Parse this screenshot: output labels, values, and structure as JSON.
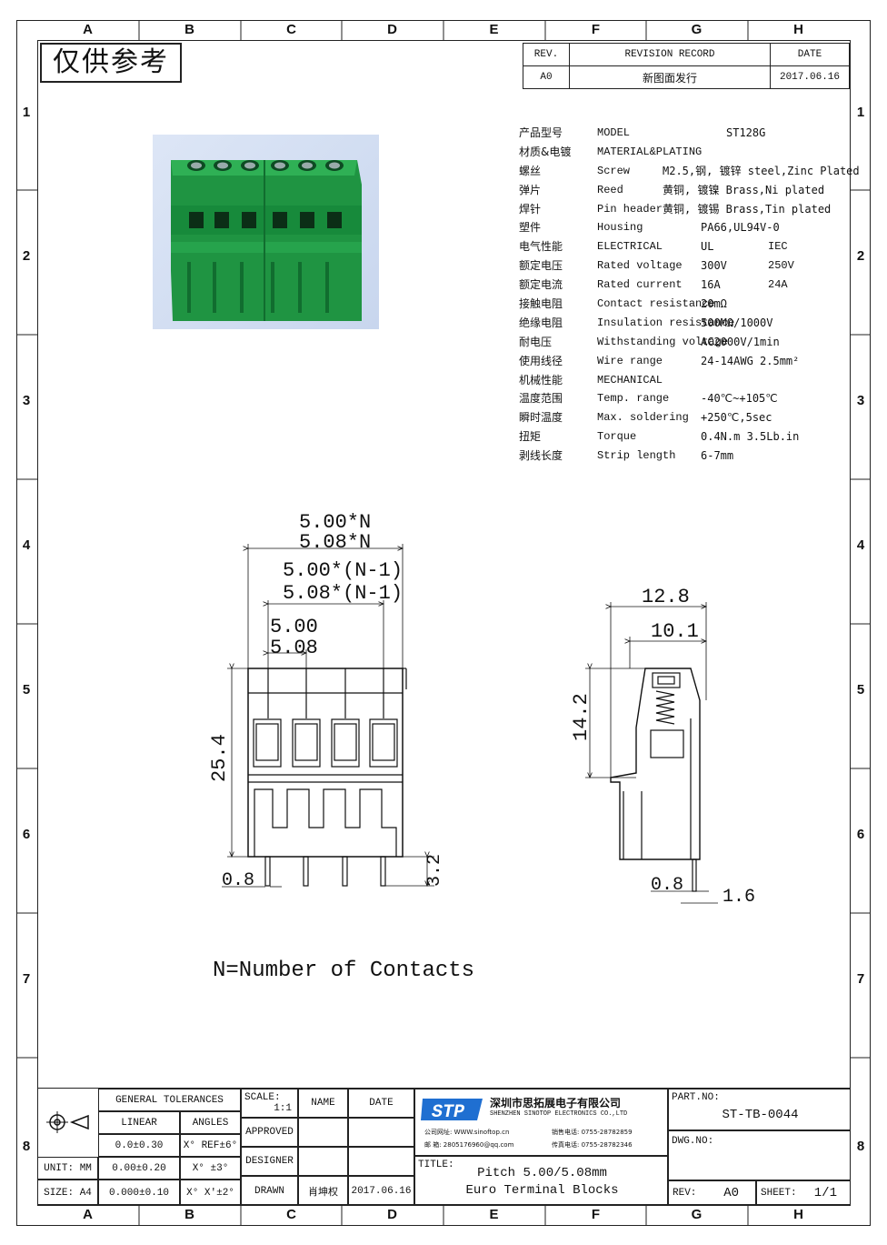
{
  "zones": {
    "columns": [
      "A",
      "B",
      "C",
      "D",
      "E",
      "F",
      "G",
      "H"
    ],
    "rows": [
      "1",
      "2",
      "3",
      "4",
      "5",
      "6",
      "7",
      "8"
    ]
  },
  "stamp": "仅供参考",
  "revision_table": {
    "headers": [
      "REV.",
      "REVISION RECORD",
      "DATE"
    ],
    "rows": [
      [
        "A0",
        "新图面发行",
        "2017.06.16"
      ]
    ]
  },
  "specs": [
    {
      "cn": "产品型号",
      "en": "MODEL",
      "v1": "ST128G",
      "v2": ""
    },
    {
      "cn": "材质&电镀",
      "en": "MATERIAL&PLATING",
      "v1": "",
      "v2": ""
    },
    {
      "cn": "螺丝",
      "en": "Screw",
      "v1": "M2.5,钢, 镀锌 steel,Zinc Plated",
      "v2": ""
    },
    {
      "cn": "弹片",
      "en": "Reed",
      "v1": "黄铜, 镀镍 Brass,Ni plated",
      "v2": ""
    },
    {
      "cn": "焊针",
      "en": "Pin header",
      "v1": "黄铜, 镀锡 Brass,Tin plated",
      "v2": ""
    },
    {
      "cn": "塑件",
      "en": "Housing",
      "v1": "PA66,UL94V-0",
      "v2": ""
    },
    {
      "cn": "电气性能",
      "en": "ELECTRICAL",
      "v1": "UL",
      "v2": "IEC"
    },
    {
      "cn": "额定电压",
      "en": "Rated voltage",
      "v1": "300V",
      "v2": "250V"
    },
    {
      "cn": "额定电流",
      "en": "Rated current",
      "v1": "16A",
      "v2": "24A"
    },
    {
      "cn": "接触电阻",
      "en": "Contact resistance",
      "v1": "20mΩ",
      "v2": ""
    },
    {
      "cn": "绝缘电阻",
      "en": "Insulation resistance",
      "v1": "500MΩ/1000V",
      "v2": ""
    },
    {
      "cn": "耐电压",
      "en": "Withstanding voltage",
      "v1": "AC2000V/1min",
      "v2": ""
    },
    {
      "cn": "使用线径",
      "en": "Wire range",
      "v1": "24-14AWG 2.5mm²",
      "v2": ""
    },
    {
      "cn": "机械性能",
      "en": "MECHANICAL",
      "v1": "",
      "v2": ""
    },
    {
      "cn": "温度范围",
      "en": "Temp. range",
      "v1": "-40℃~+105℃",
      "v2": ""
    },
    {
      "cn": "瞬时温度",
      "en": "Max. soldering",
      "v1": "+250℃,5sec",
      "v2": ""
    },
    {
      "cn": "扭矩",
      "en": "Torque",
      "v1": "0.4N.m  3.5Lb.in",
      "v2": ""
    },
    {
      "cn": "剥线长度",
      "en": "Strip length",
      "v1": "6-7mm",
      "v2": ""
    }
  ],
  "drawing": {
    "dim_pitch_total_1": "5.00*N",
    "dim_pitch_total_2": "5.08*N",
    "dim_pitch_n1_1": "5.00*(N-1)",
    "dim_pitch_n1_2": "5.08*(N-1)",
    "dim_pitch_1": "5.00",
    "dim_pitch_2": "5.08",
    "dim_height": "25.4",
    "dim_pin_width": "0.8",
    "dim_pin_length": "3.2",
    "dim_side_width": "12.8",
    "dim_side_inner": "10.1",
    "dim_side_height": "14.2",
    "dim_side_pin": "0.8",
    "dim_side_offset": "1.6",
    "note": "N=Number of Contacts"
  },
  "title_block": {
    "general_tolerances": "GENERAL TOLERANCES",
    "linear": "LINEAR",
    "angles": "ANGLES",
    "tol_rows": [
      [
        "0.0±0.30",
        "X° REF±6°"
      ],
      [
        "0.00±0.20",
        "X° ±3°"
      ],
      [
        "0.000±0.10",
        "X° X'±2°"
      ]
    ],
    "unit": "UNIT: MM",
    "size": "SIZE: A4",
    "scale_label": "SCALE:",
    "scale_value": "1:1",
    "name": "NAME",
    "date": "DATE",
    "approved": "APPROVED",
    "designer": "DESIGNER",
    "drawn": "DRAWN",
    "drawn_name": "肖坤权",
    "drawn_date": "2017.06.16",
    "company_cn": "深圳市思拓展电子有限公司",
    "company_en": "SHENZHEN SINOTOP ELECTRONICS CO.,LTD",
    "contact_1a": "公司网址: WWW.sinoftop.cn",
    "contact_1b": "销售电话: 0755-28782859",
    "contact_2a": "邮    箱: 2805176960@qq.com",
    "contact_2b": "传真电话: 0755-28782346",
    "title_label": "TITLE:",
    "title_1": "Pitch 5.00/5.08mm",
    "title_2": "Euro Terminal Blocks",
    "part_no_label": "PART.NO:",
    "part_no": "ST-TB-0044",
    "dwg_no_label": "DWG.NO:",
    "rev_label": "REV:",
    "rev": "A0",
    "sheet_label": "SHEET:",
    "sheet": "1/1"
  },
  "colors": {
    "photo_green": "#1a8f3c",
    "logo_blue": "#1f6fd1"
  }
}
